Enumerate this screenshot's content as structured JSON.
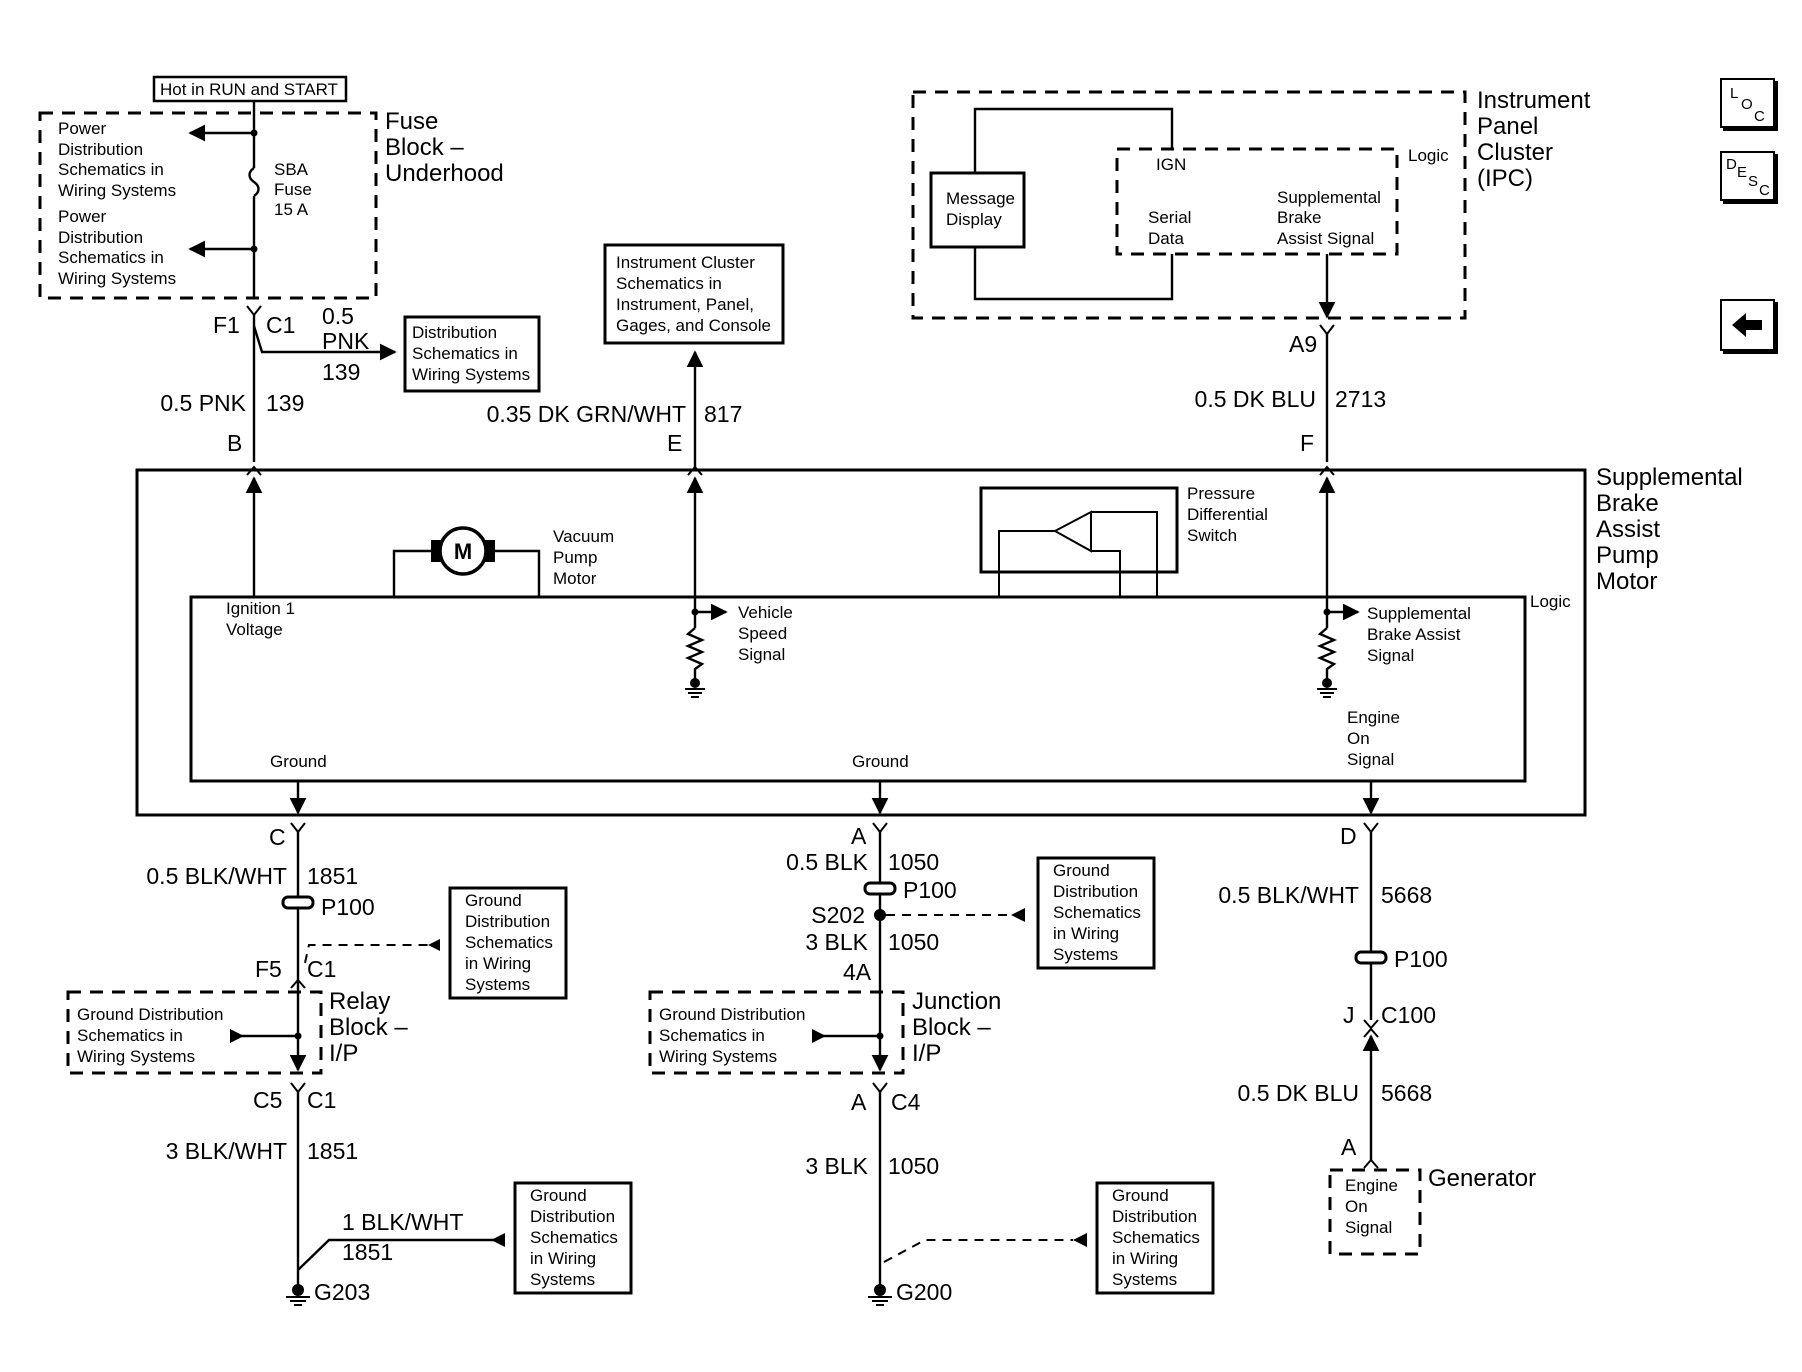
{
  "nav": {
    "loc": [
      "L",
      "O",
      "C"
    ],
    "desc": [
      "D",
      "E",
      "S",
      "C"
    ],
    "back": "back-arrow-icon"
  },
  "top": {
    "hot_label": "Hot in RUN and START",
    "fuse_block": [
      "Fuse",
      "Block –",
      "Underhood"
    ],
    "pd_upper": [
      "Power",
      "Distribution",
      "Schematics in",
      "Wiring Systems"
    ],
    "pd_lower": [
      "Power",
      "Distribution",
      "Schematics in",
      "Wiring Systems"
    ],
    "fuse": [
      "SBA",
      "Fuse",
      "15 A"
    ],
    "f1": "F1",
    "c1": "C1",
    "branch_gauge": [
      "0.5",
      "PNK"
    ],
    "branch_circuit": "139",
    "dist_box": [
      "Distribution",
      "Schematics in",
      "Wiring Systems"
    ],
    "wire_gauge": "0.5 PNK",
    "wire_circuit": "139",
    "pin_b": "B",
    "ic_box": [
      "Instrument Cluster",
      "Schematics in",
      "Instrument, Panel,",
      "Gages, and Console"
    ],
    "vss_gauge": "0.35 DK GRN/WHT",
    "vss_circuit": "817",
    "pin_e": "E",
    "ipc": {
      "title": [
        "Instrument",
        "Panel",
        "Cluster",
        "(IPC)"
      ],
      "message": [
        "Message",
        "Display"
      ],
      "ign": "IGN",
      "logic": "Logic",
      "serial": [
        "Serial",
        "Data"
      ],
      "sba_signal": [
        "Supplemental",
        "Brake",
        "Assist Signal"
      ]
    },
    "a9": "A9",
    "blu_gauge": "0.5 DK BLU",
    "blu_circuit": "2713",
    "pin_f": "F"
  },
  "module": {
    "title": [
      "Supplemental",
      "Brake",
      "Assist",
      "Pump",
      "Motor"
    ],
    "motor_symbol": "M",
    "motor_label": [
      "Vacuum",
      "Pump",
      "Motor"
    ],
    "pressure": [
      "Pressure",
      "Differential",
      "Switch"
    ],
    "logic": "Logic",
    "ign1": [
      "Ignition 1",
      "Voltage"
    ],
    "vss": [
      "Vehicle",
      "Speed",
      "Signal"
    ],
    "sba": [
      "Supplemental",
      "Brake Assist",
      "Signal"
    ],
    "engine_on": [
      "Engine",
      "On",
      "Signal"
    ],
    "ground_left": "Ground",
    "ground_mid": "Ground"
  },
  "left": {
    "pin_c": "C",
    "w1_gauge": "0.5 BLK/WHT",
    "w1_circuit": "1851",
    "p100": "P100",
    "f5": "F5",
    "c1": "C1",
    "gd_box": [
      "Ground",
      "Distribution",
      "Schematics",
      "in Wiring",
      "Systems"
    ],
    "relay_block": [
      "Relay",
      "Block –",
      "I/P"
    ],
    "gd_inner": [
      "Ground Distribution",
      "Schematics in",
      "Wiring Systems"
    ],
    "c5": "C5",
    "c1b": "C1",
    "w2_gauge": "3 BLK/WHT",
    "w2_circuit": "1851",
    "w3_gauge": "1 BLK/WHT",
    "w3_circuit": "1851",
    "gd_box2": [
      "Ground",
      "Distribution",
      "Schematics",
      "in Wiring",
      "Systems"
    ],
    "ground": "G203"
  },
  "middle": {
    "pin_a": "A",
    "w1_gauge": "0.5 BLK",
    "w1_circuit": "1050",
    "p100": "P100",
    "s202": "S202",
    "w2_gauge": "3 BLK",
    "w2_circuit": "1050",
    "gd_box": [
      "Ground",
      "Distribution",
      "Schematics",
      "in Wiring",
      "Systems"
    ],
    "pin_4a": "4A",
    "junction_block": [
      "Junction",
      "Block –",
      "I/P"
    ],
    "gd_inner": [
      "Ground Distribution",
      "Schematics in",
      "Wiring Systems"
    ],
    "pin_a2": "A",
    "c4": "C4",
    "w3_gauge": "3 BLK",
    "w3_circuit": "1050",
    "gd_box2": [
      "Ground",
      "Distribution",
      "Schematics",
      "in Wiring",
      "Systems"
    ],
    "ground": "G200"
  },
  "right": {
    "pin_d": "D",
    "w1_gauge": "0.5 BLK/WHT",
    "w1_circuit": "5668",
    "p100": "P100",
    "pin_j": "J",
    "c100": "C100",
    "w2_gauge": "0.5 DK BLU",
    "w2_circuit": "5668",
    "pin_a": "A",
    "engine_on": [
      "Engine",
      "On",
      "Signal"
    ],
    "generator": "Generator"
  }
}
